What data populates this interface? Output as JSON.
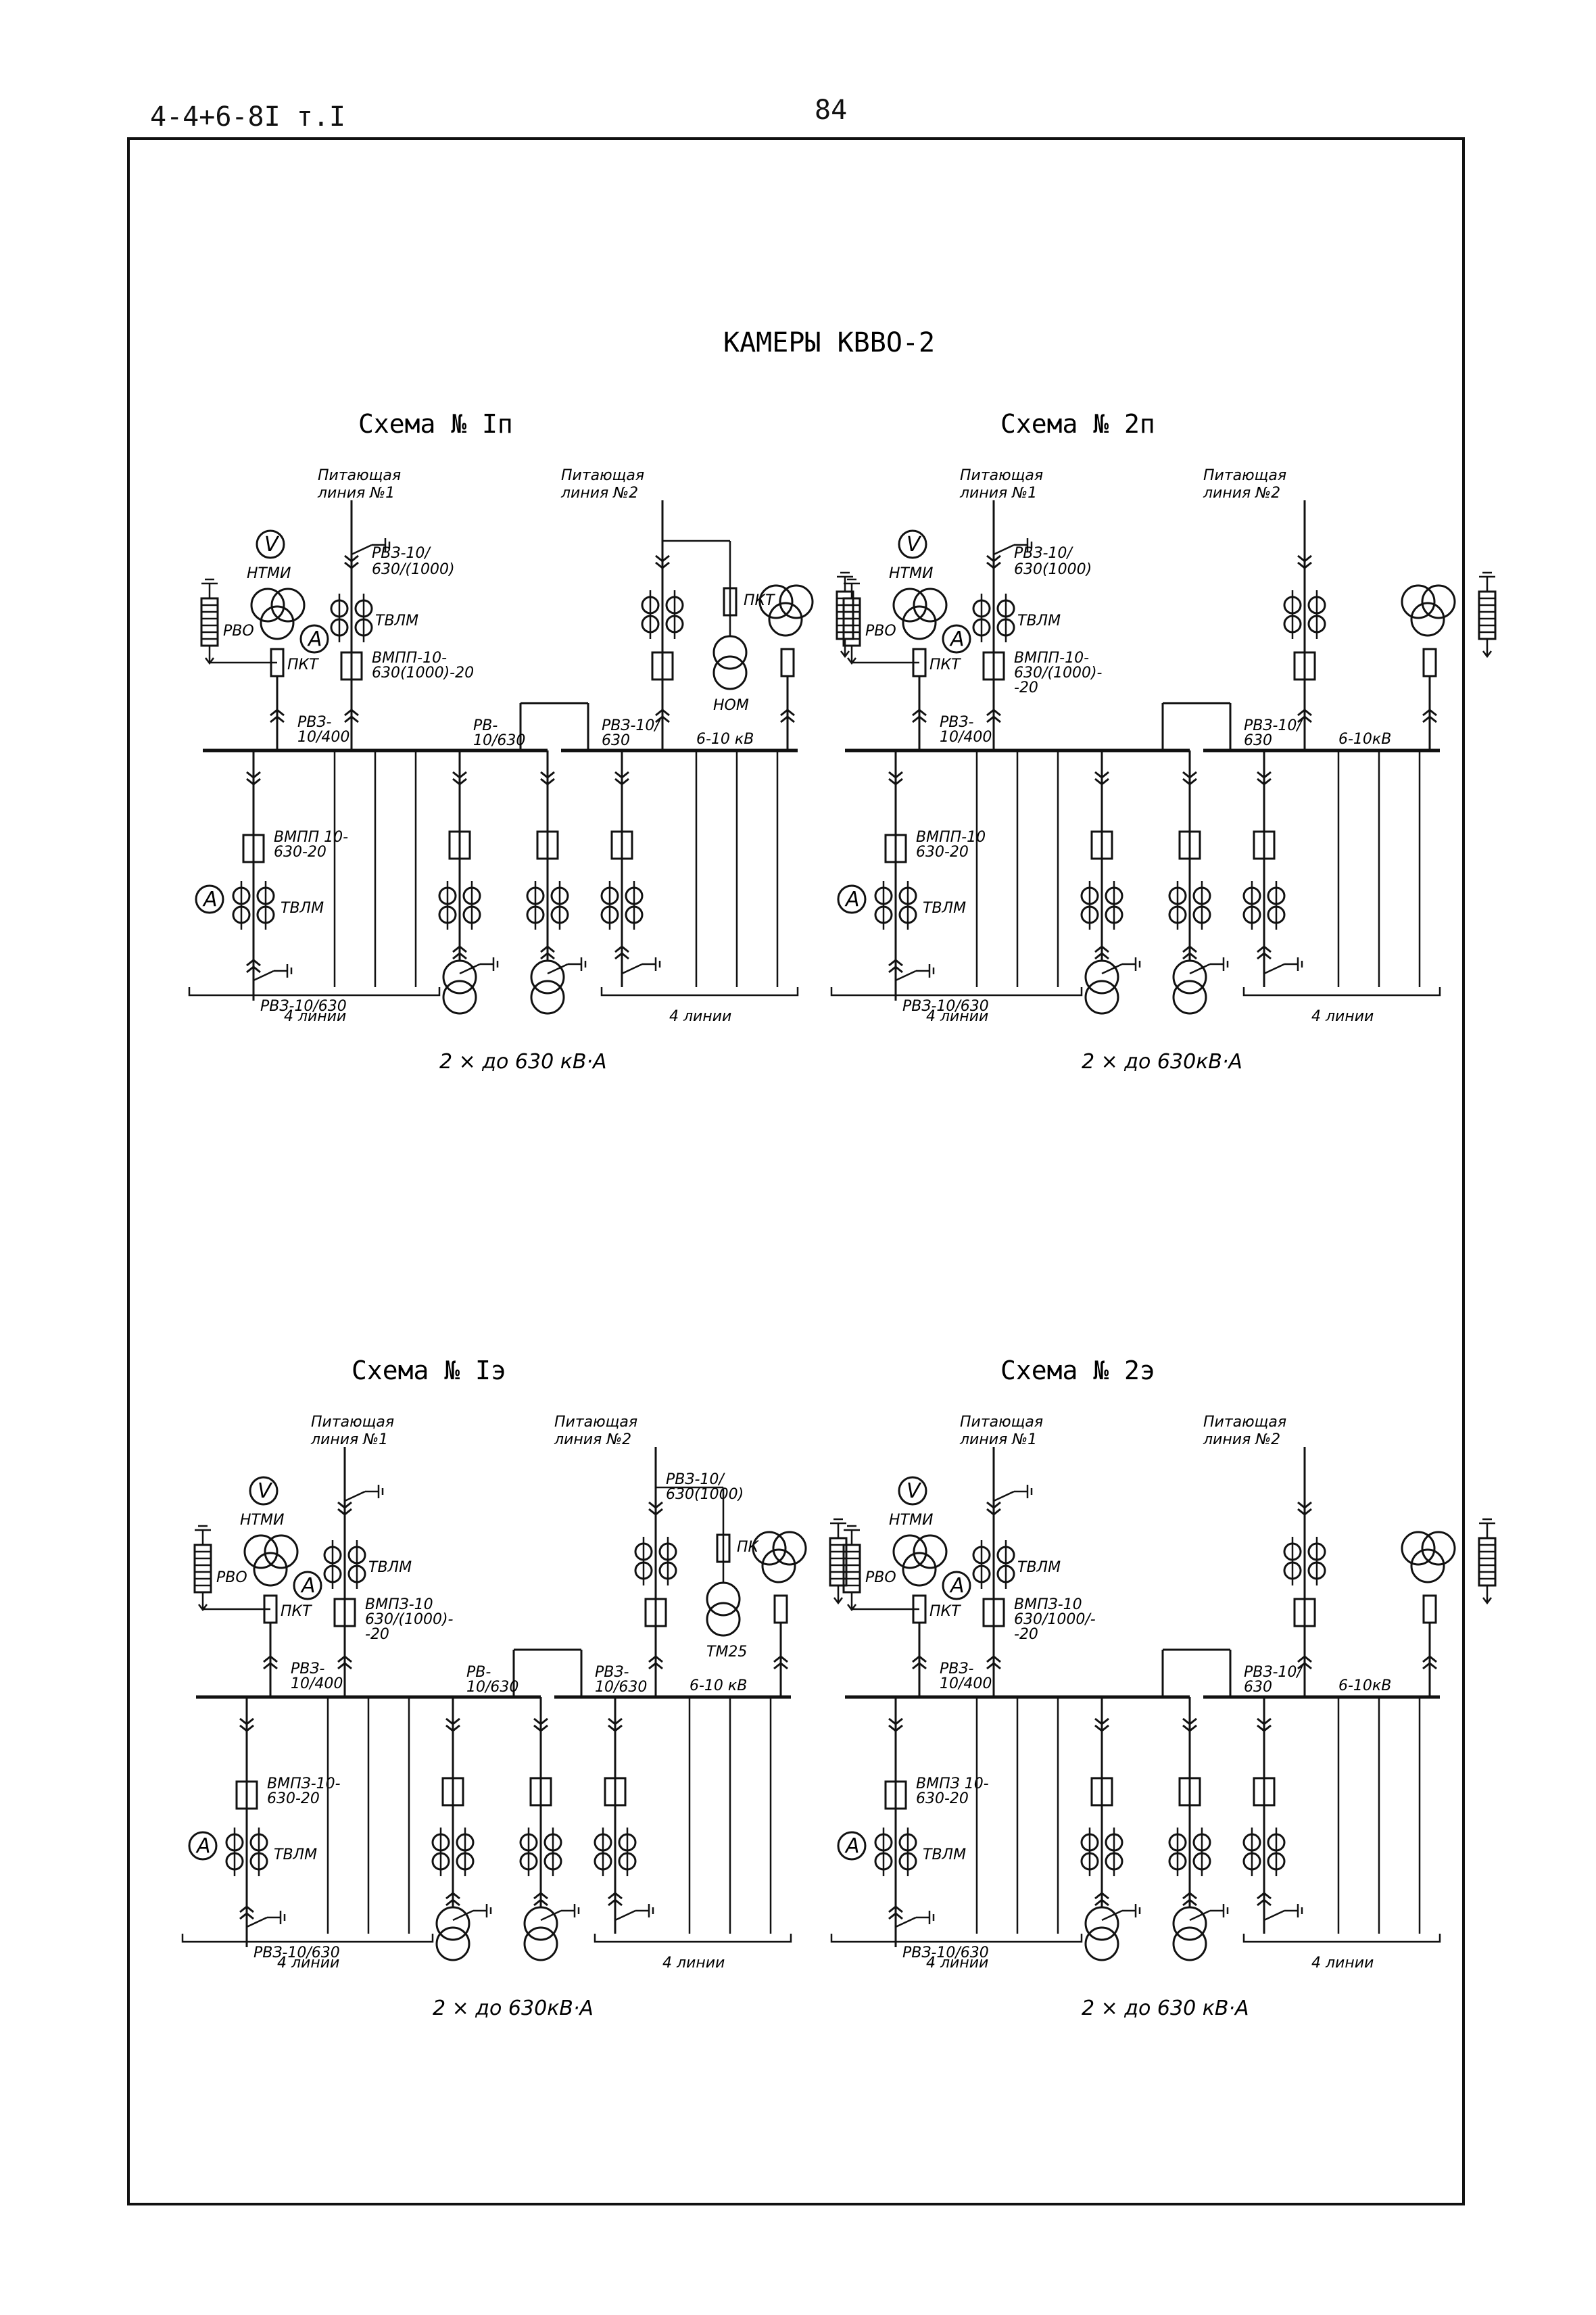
{
  "header": {
    "doc_code": "4-4+6-8I т.I",
    "page_number": "84"
  },
  "title": "КАМЕРЫ КВВО-2",
  "schemes": [
    {
      "id": "1п",
      "title": "Схема № Iп",
      "feed1": [
        "Питающая",
        "линия №1"
      ],
      "feed2": [
        "Питающая",
        "линия №2"
      ],
      "ntmi": "НТМИ",
      "voltmeter": "V",
      "ammeter": "A",
      "rvo": "РВО",
      "pkt": "ПКТ",
      "tvlm": "ТВЛМ",
      "feed1_switch": [
        "РВЗ-10/",
        "630/(1000)"
      ],
      "main_breaker": [
        "ВМПП-10-",
        "630(1000)-20"
      ],
      "pkt2": "ПКТ",
      "nom": "НОМ",
      "rvz_400": [
        "РВЗ-",
        "10/400"
      ],
      "rv_630": [
        "РВ-",
        "10/630"
      ],
      "rvz_630": [
        "РВЗ-10/",
        "630"
      ],
      "bus_voltage": "6-10 кВ",
      "out_breaker": [
        "ВМПП 10-",
        "630-20"
      ],
      "out_tvlm": "ТВЛМ",
      "out_switch": "РВЗ-10/630",
      "lines_left": "4 линии",
      "lines_right": "4 линии",
      "transformers": "2 × до 630 кВ·А"
    },
    {
      "id": "2п",
      "title": "Схема № 2п",
      "feed1": [
        "Питающая",
        "линия №1"
      ],
      "feed2": [
        "Питающая",
        "линия №2"
      ],
      "ntmi": "НТМИ",
      "voltmeter": "V",
      "ammeter": "A",
      "rvo": "РВО",
      "pkt": "ПКТ",
      "tvlm": "ТВЛМ",
      "feed1_switch": [
        "РВЗ-10/",
        "630(1000)"
      ],
      "main_breaker": [
        "ВМПП-10-",
        "630/(1000)-",
        "-20"
      ],
      "rvz_400": [
        "РВЗ-",
        "10/400"
      ],
      "rvz_630": [
        "РВЗ-10/",
        "630"
      ],
      "bus_voltage": "6-10кВ",
      "out_breaker": [
        "ВМПП-10",
        "630-20"
      ],
      "out_tvlm": "ТВЛМ",
      "out_switch": "РВЗ-10/630",
      "lines_left": "4 линии",
      "lines_right": "4 линии",
      "transformers": "2 × до 630кВ·А"
    },
    {
      "id": "1э",
      "title": "Схема № Iэ",
      "feed1": [
        "Питающая",
        "линия №1"
      ],
      "feed2": [
        "Питающая",
        "линия №2"
      ],
      "ntmi": "НТМИ",
      "voltmeter": "V",
      "ammeter": "A",
      "rvo": "РВО",
      "pkt": "ПКТ",
      "tvlm": "ТВЛМ",
      "feed2_switch": [
        "РВЗ-10/",
        "630(1000)"
      ],
      "main_breaker": [
        "ВМПЗ-10",
        "630/(1000)-",
        "-20"
      ],
      "pk": "ПК",
      "tm": "ТМ25",
      "rvz_400": [
        "РВЗ-",
        "10/400"
      ],
      "rv_630": [
        "РВ-",
        "10/630"
      ],
      "rvz_630": [
        "РВЗ-",
        "10/630"
      ],
      "bus_voltage": "6-10 кВ",
      "out_breaker": [
        "ВМПЗ-10-",
        "630-20"
      ],
      "out_tvlm": "ТВЛМ",
      "out_switch": "РВЗ-10/630",
      "lines_left": "4 линии",
      "lines_right": "4 линии",
      "transformers": "2 × до 630кВ·А"
    },
    {
      "id": "2э",
      "title": "Схема № 2э",
      "feed1": [
        "Питающая",
        "линия №1"
      ],
      "feed2": [
        "Питающая",
        "линия №2"
      ],
      "ntmi": "НТМИ",
      "voltmeter": "V",
      "ammeter": "A",
      "rvo": "РВО",
      "pkt": "ПКТ",
      "tvlm": "ТВЛМ",
      "main_breaker": [
        "ВМПЗ-10",
        "630/1000/-",
        "-20"
      ],
      "rvz_400": [
        "РВЗ-",
        "10/400"
      ],
      "rvz_630": [
        "РВЗ-10/",
        "630"
      ],
      "bus_voltage": "6-10кВ",
      "out_breaker": [
        "ВМПЗ 10-",
        "630-20"
      ],
      "out_tvlm": "ТВЛМ",
      "out_switch": "РВЗ-10/630",
      "lines_left": "4 линии",
      "lines_right": "4 линии",
      "transformers": "2 × до 630 кВ·А"
    }
  ]
}
